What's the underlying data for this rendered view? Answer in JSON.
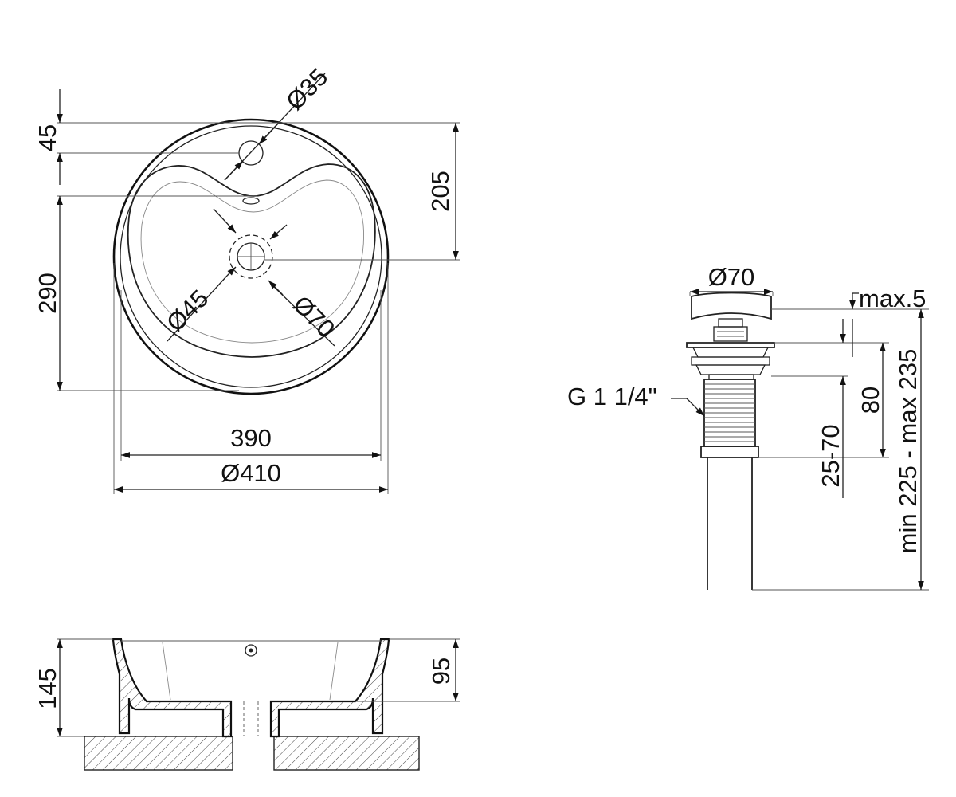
{
  "drawing": {
    "top_view": {
      "dim_overflow_hole_offset": "45",
      "dim_overflow_hole_diameter": "Ø35",
      "dim_center_from_top": "205",
      "dim_bowl_depth": "290",
      "dim_drain_outer": "Ø45",
      "dim_drain_inner": "Ø70",
      "dim_inner_width": "390",
      "dim_outer_diameter": "Ø410"
    },
    "drain_view": {
      "dim_cap_diameter": "Ø70",
      "dim_cap_gap": "max.5",
      "dim_thread": "G 1 1/4\"",
      "dim_body_length": "80",
      "dim_adjust": "25-70",
      "dim_total": "min 225 - max 235"
    },
    "side_view": {
      "dim_total_height": "145",
      "dim_bowl_height": "95"
    }
  }
}
